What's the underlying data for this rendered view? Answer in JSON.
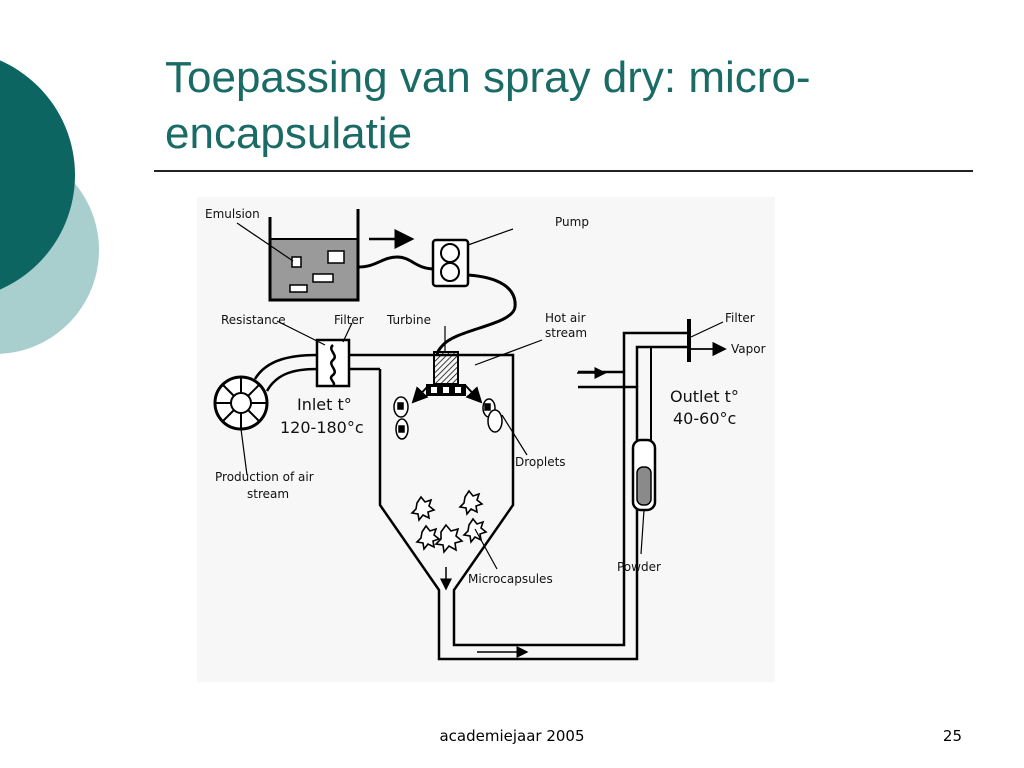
{
  "slide": {
    "title": "Toepassing van spray dry: micro-encapsulatie",
    "footer": "academiejaar 2005",
    "page_number": "25",
    "colors": {
      "accent_dark": "#0c6561",
      "accent_light": "#a8cfcd",
      "title": "#1a6b66"
    }
  },
  "diagram": {
    "labels": {
      "emulsion": "Emulsion",
      "pump": "Pump",
      "resistance": "Resistance",
      "filter_inlet": "Filter",
      "turbine": "Turbine",
      "hot_air_line1": "Hot air",
      "hot_air_line2": "stream",
      "filter_outlet": "Filter",
      "vapor": "Vapor",
      "inlet_line1": "Inlet t°",
      "inlet_line2": "120-180°c",
      "outlet_line1": "Outlet t°",
      "outlet_line2": "40-60°c",
      "droplets": "Droplets",
      "production_line1": "Production of air",
      "production_line2": "stream",
      "microcapsules": "Microcapsules",
      "powder": "Powder"
    }
  }
}
